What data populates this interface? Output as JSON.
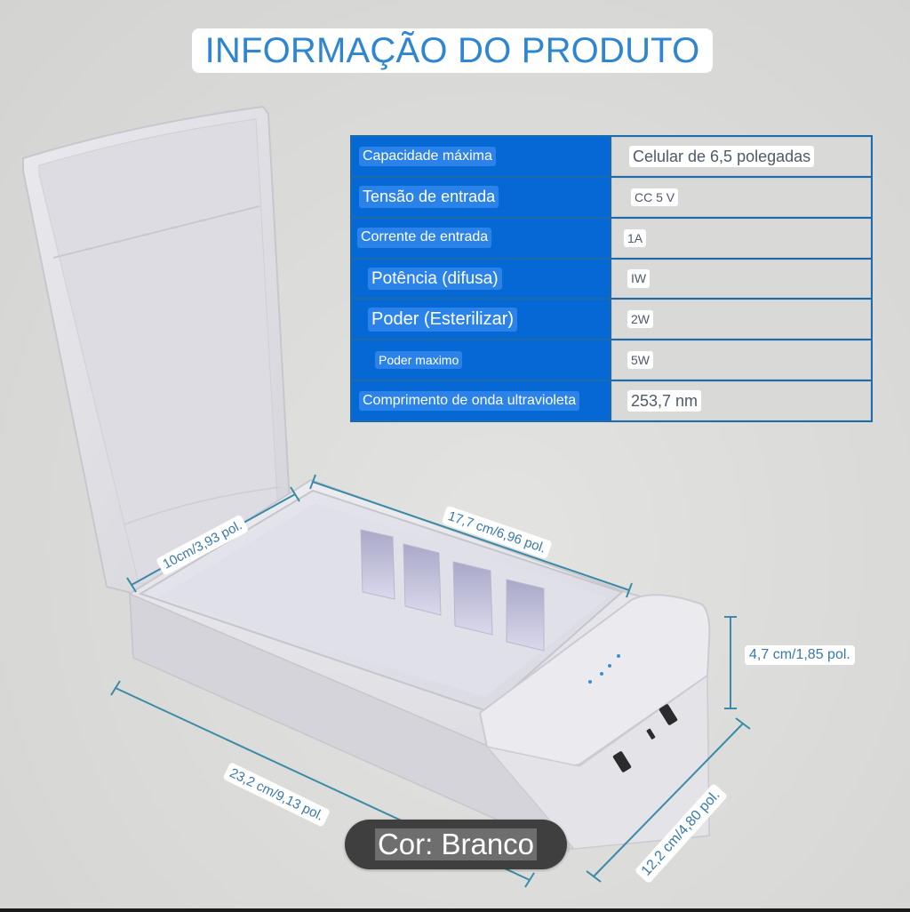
{
  "title": "INFORMAÇÃO DO PRODUTO",
  "colors": {
    "background": "#dcdcda",
    "title_text": "#2f86d0",
    "table_label_bg": "#0668d4",
    "table_label_chip": "#2b82e8",
    "table_border": "#1f6aa8",
    "table_value_bg": "#d9d9d7",
    "value_text": "#4f5a68",
    "dimension_line": "#3a8aa8",
    "dimension_text": "#3a78a8",
    "pill_bg": "#3f3f3f"
  },
  "specs": [
    {
      "label": "Capacidade máxima",
      "value": "Celular de 6,5 polegadas",
      "label_size": 16,
      "value_size": 18,
      "indent": 8
    },
    {
      "label": "Tensão de entrada",
      "value": "CC 5 V",
      "label_size": 18,
      "value_size": 14,
      "indent": 8
    },
    {
      "label": "Corrente de entrada",
      "value": "1A",
      "label_size": 16,
      "value_size": 14,
      "indent": 6
    },
    {
      "label": "Potência (difusa)",
      "value": "IW",
      "label_size": 19,
      "value_size": 14,
      "indent": 18
    },
    {
      "label": "Poder (Esterilizar)",
      "value": "2W",
      "label_size": 20,
      "value_size": 14,
      "indent": 18
    },
    {
      "label": "Poder maximo",
      "value": "5W",
      "label_size": 14,
      "value_size": 14,
      "indent": 26
    },
    {
      "label": "Comprimento de onda ultravioleta",
      "value": "253,7 nm",
      "label_size": 16,
      "value_size": 18,
      "indent": 8
    }
  ],
  "dimensions": {
    "lid_width": "10cm/3,93 pol.",
    "inner_length": "17,7 cm/6,96 pol.",
    "height": "4,7 cm/1,85 pol.",
    "length": "23,2 cm/9,13 pol.",
    "width": "12,2 cm/4,80 pol."
  },
  "color_label": "Cor: Branco"
}
